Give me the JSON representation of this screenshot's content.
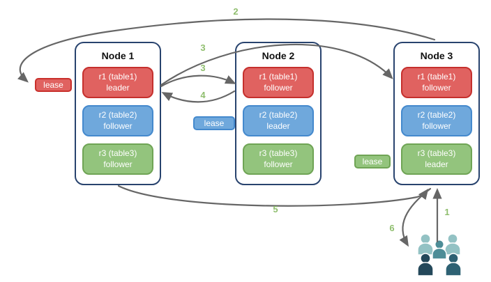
{
  "nodes": [
    {
      "title": "Node 1",
      "replicas": [
        {
          "range": "r1 (table1)",
          "role": "leader"
        },
        {
          "range": "r2 (table2)",
          "role": "follower"
        },
        {
          "range": "r3 (table3)",
          "role": "follower"
        }
      ]
    },
    {
      "title": "Node 2",
      "replicas": [
        {
          "range": "r1 (table1)",
          "role": "follower"
        },
        {
          "range": "r2 (table2)",
          "role": "leader"
        },
        {
          "range": "r3 (table3)",
          "role": "follower"
        }
      ]
    },
    {
      "title": "Node 3",
      "replicas": [
        {
          "range": "r1 (table1)",
          "role": "follower"
        },
        {
          "range": "r2 (table2)",
          "role": "follower"
        },
        {
          "range": "r3 (table3)",
          "role": "leader"
        }
      ]
    }
  ],
  "leases": {
    "red": {
      "label": "lease"
    },
    "blue": {
      "label": "lease"
    },
    "green": {
      "label": "lease"
    }
  },
  "steps": {
    "s1": "1",
    "s2": "2",
    "s3a": "3",
    "s3b": "3",
    "s4": "4",
    "s5": "5",
    "s6": "6"
  },
  "colors": {
    "replica_red": "#e06260",
    "replica_red_border": "#c5302d",
    "replica_blue": "#6fa8dc",
    "replica_blue_border": "#4489cd",
    "replica_green": "#93c47d",
    "replica_green_border": "#6fa455",
    "node_border": "#28436e",
    "arrow": "#666666",
    "step_label": "#8fbe6e",
    "user_light": "#93c2c4",
    "user_medium": "#4d8d97",
    "user_dark": "#24485a",
    "user_dark2": "#2e6173"
  }
}
